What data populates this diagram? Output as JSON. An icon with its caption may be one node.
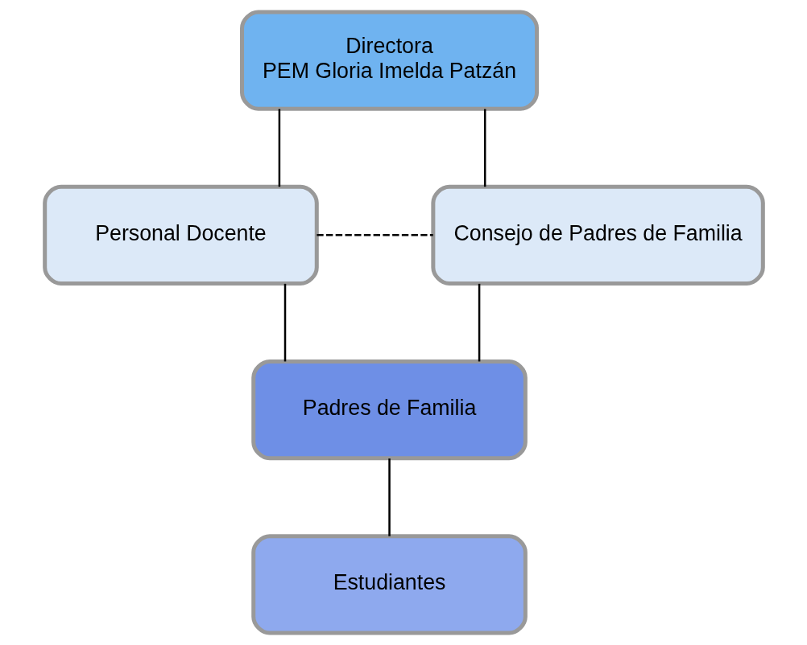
{
  "diagram": {
    "nodes": [
      {
        "text": [
          "Directora",
          "PEM Gloria Imelda Patzán"
        ]
      },
      {
        "text": [
          "Personal Docente"
        ]
      },
      {
        "text": [
          "Consejo de Padres de Familia"
        ]
      },
      {
        "text": [
          "Padres de Familia"
        ]
      },
      {
        "text": [
          "Estudiantes"
        ]
      }
    ],
    "edges": [
      {
        "from": 0,
        "to": 1,
        "arrow": "none"
      },
      {
        "from": 0,
        "to": 2,
        "arrow": "none"
      },
      {
        "from": 1,
        "to": 2,
        "arrow": "none",
        "style": "dashed"
      },
      {
        "from": 1,
        "to": 3,
        "arrow": "none"
      },
      {
        "from": 2,
        "to": 3,
        "arrow": "none"
      },
      {
        "from": 3,
        "to": 4,
        "arrow": "none"
      }
    ]
  }
}
